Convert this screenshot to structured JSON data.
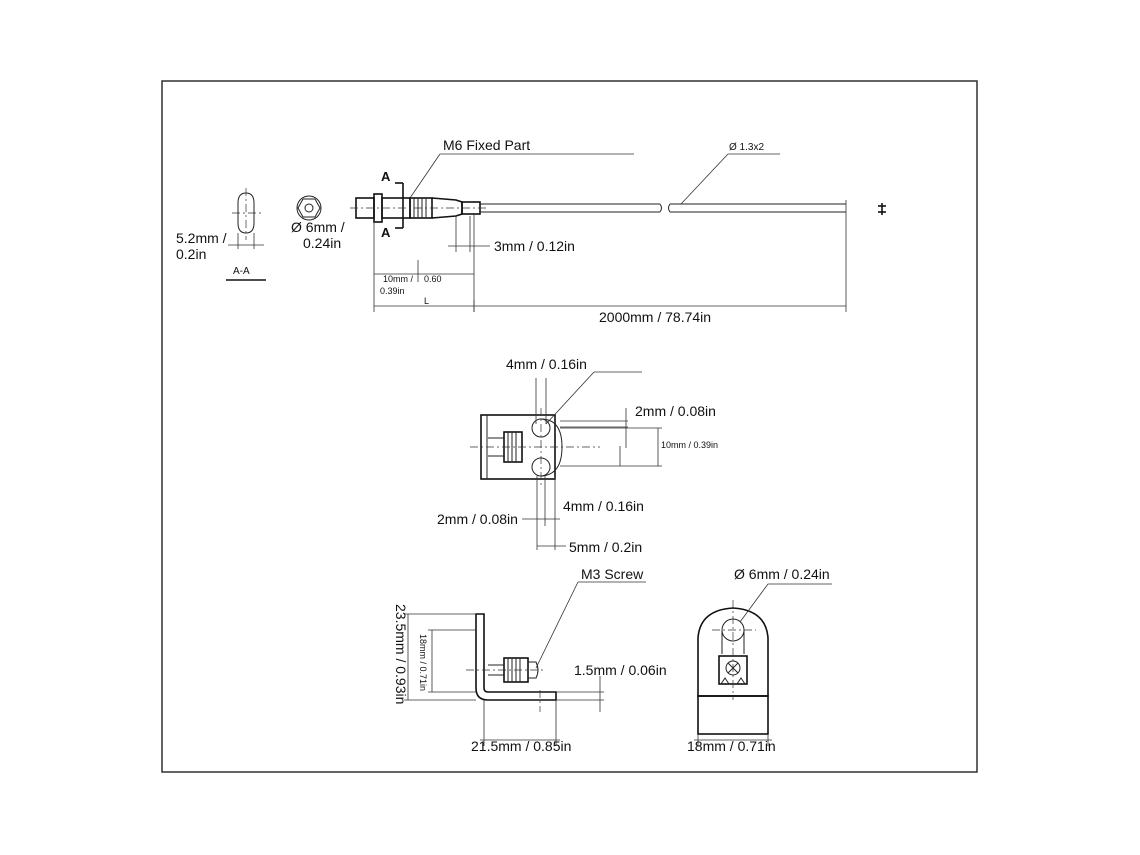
{
  "labels": {
    "m6_fixed_part": "M6 Fixed Part",
    "cable_diameter": "Ø 1.3x2",
    "width_52": "5.2mm /",
    "width_52_in": "0.2in",
    "section_aa": "A-A",
    "section_a_top": "A",
    "section_a_bottom": "A",
    "dia_6mm": "Ø 6mm /",
    "dia_6mm_in": "0.24in",
    "len_3mm": "3mm / 0.12in",
    "len_10mm": "10mm /",
    "len_10mm_in": "0.39in",
    "len_060": "0.60",
    "len_L": "L",
    "len_2000": "2000mm / 78.74in",
    "top_4mm": "4mm / 0.16in",
    "top_2mm": "2mm / 0.08in",
    "top_10mm": "10mm / 0.39in",
    "mid_2mm": "2mm / 0.08in",
    "mid_4mm": "4mm / 0.16in",
    "mid_5mm": "5mm / 0.2in",
    "m3_screw": "M3 Screw",
    "height_235": "23.5mm / 0.93in",
    "height_18": "18mm / 0.71in",
    "thick_15": "1.5mm / 0.06in",
    "width_215": "21.5mm / 0.85in",
    "dia_6mm_bracket": "Ø 6mm / 0.24in",
    "width_18": "18mm / 0.71in"
  }
}
